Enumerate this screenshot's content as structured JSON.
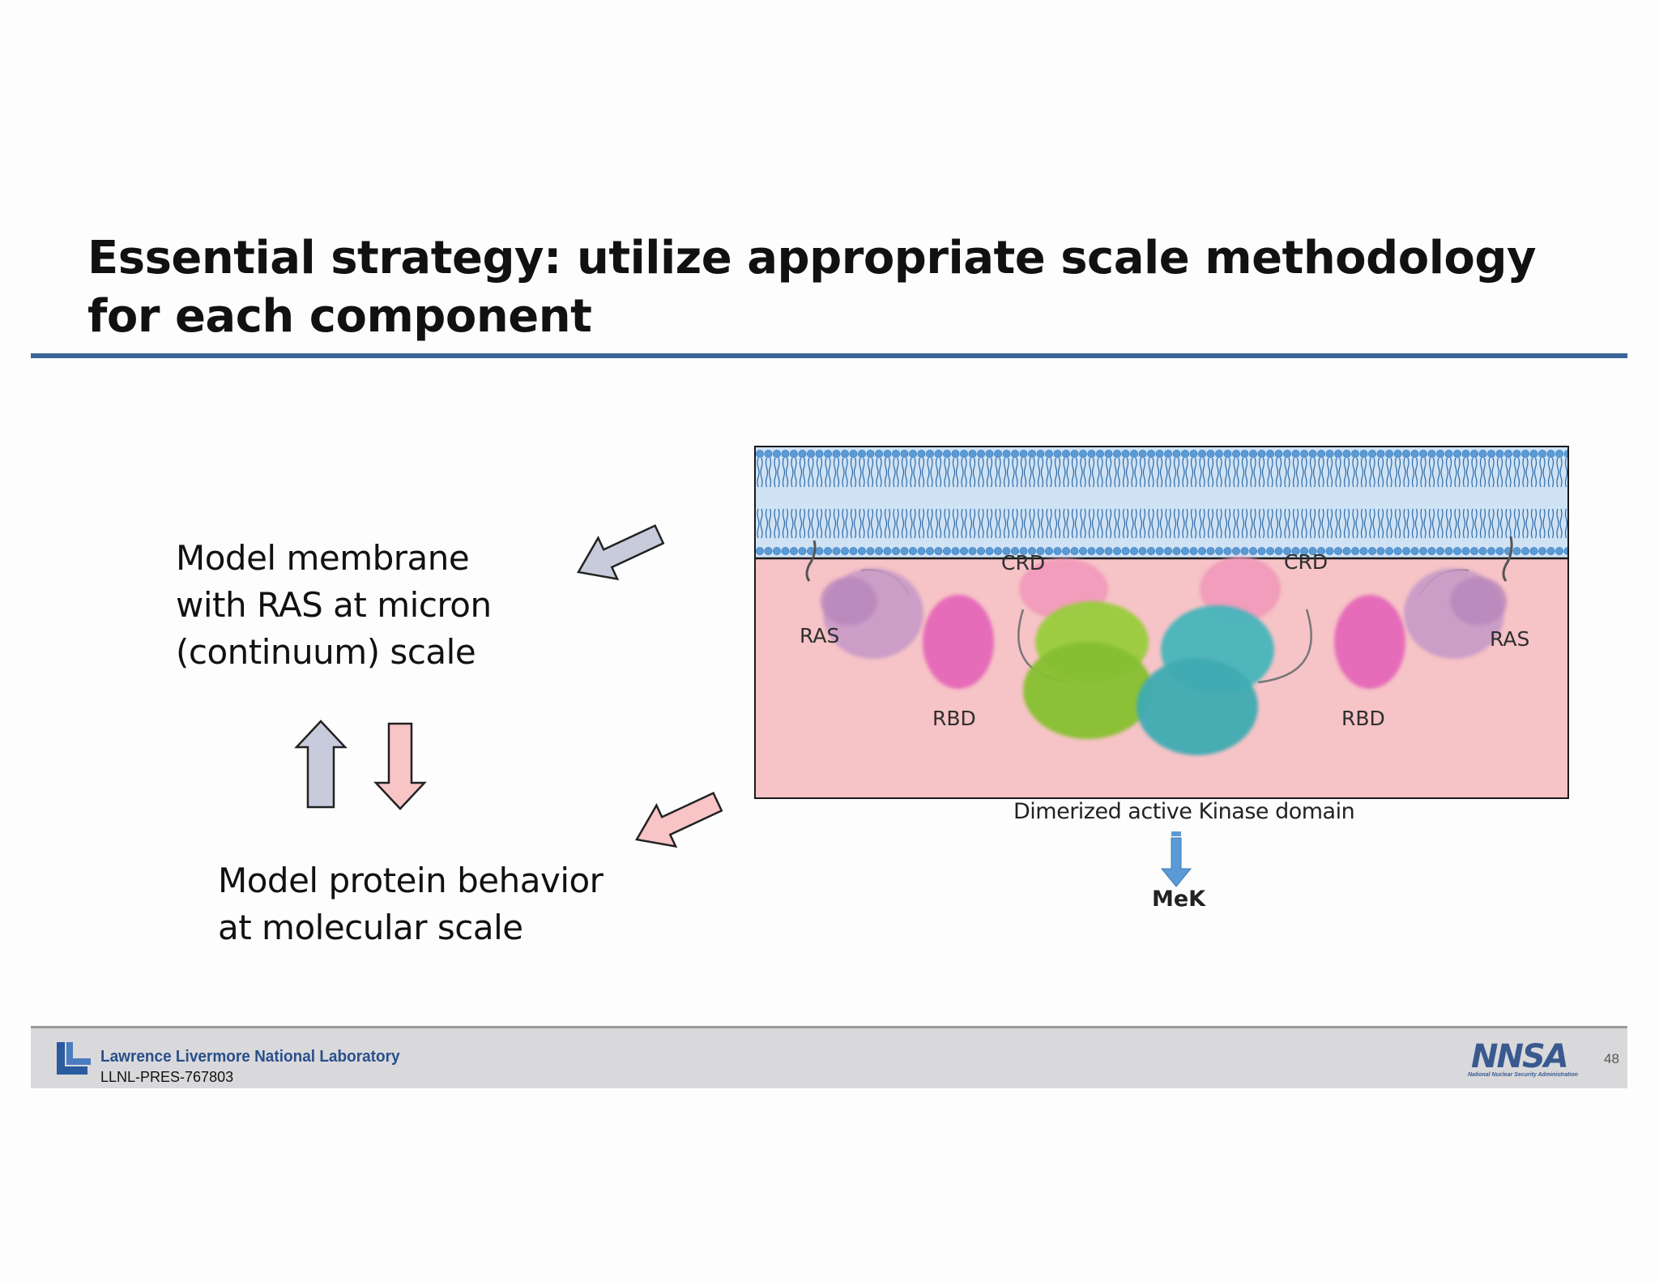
{
  "slide": {
    "title_lines": [
      "Essential strategy: utilize appropriate scale methodology",
      "for each component"
    ],
    "membrane_text": [
      "Model membrane",
      "with RAS at micron",
      "(continuum) scale"
    ],
    "protein_text": [
      "Model protein behavior",
      "at molecular scale"
    ]
  },
  "figure": {
    "labels": {
      "crd_left": "CRD",
      "crd_right": "CRD",
      "ras_left": "RAS",
      "ras_right": "RAS",
      "rbd_left": "RBD",
      "rbd_right": "RBD"
    },
    "caption": "Dimerized active Kinase domain",
    "mek": "MeK"
  },
  "footer": {
    "lab_name": "Lawrence Livermore National Laboratory",
    "doc_code": "LLNL-PRES-767803",
    "nnsa_word": "NNSA",
    "nnsa_sub": "National Nuclear Security Administration",
    "page_number": "48"
  },
  "colors": {
    "title_rule": "#3c6597",
    "membrane_blue": "#5b9bd5",
    "cytoplasm_pink": "#f6c3c6",
    "arrow_blue": "#c7cbdb",
    "arrow_pink": "#f8c4c6",
    "mek_arrow": "#5b9bd5"
  }
}
